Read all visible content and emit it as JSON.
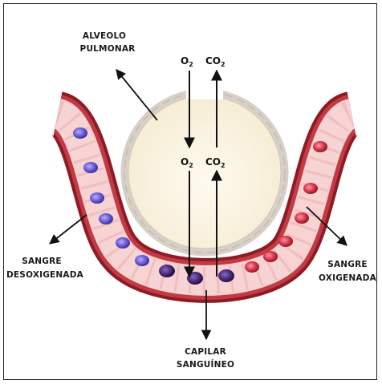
{
  "labels": {
    "alveolo_line1": "ALVEOLO",
    "alveolo_line2": "PULMONAR",
    "desox_line1": "SANGRE",
    "desox_line2": "DESOXIGENADA",
    "oxig_line1": "SANGRE",
    "oxig_line2": "OXIGENADA",
    "capilar_line1": "CAPILAR",
    "capilar_line2": "SANGUÍNEO"
  },
  "gases": {
    "o2_top": {
      "base": "O",
      "sub": "2"
    },
    "co2_top": {
      "base": "CO",
      "sub": "2"
    },
    "o2_mid": {
      "base": "O",
      "sub": "2"
    },
    "co2_mid": {
      "base": "CO",
      "sub": "2"
    }
  },
  "colors": {
    "vessel_outer": "#8e1b24",
    "vessel_inner": "#f7d3d3",
    "deoxygenated_cell": "#6a5ad8",
    "transition_cell": "#4a2a7a",
    "oxygenated_cell": "#d9344a",
    "alveolus_fill": "#fbf3e0",
    "alveolus_wall": "#cfc7bd"
  }
}
